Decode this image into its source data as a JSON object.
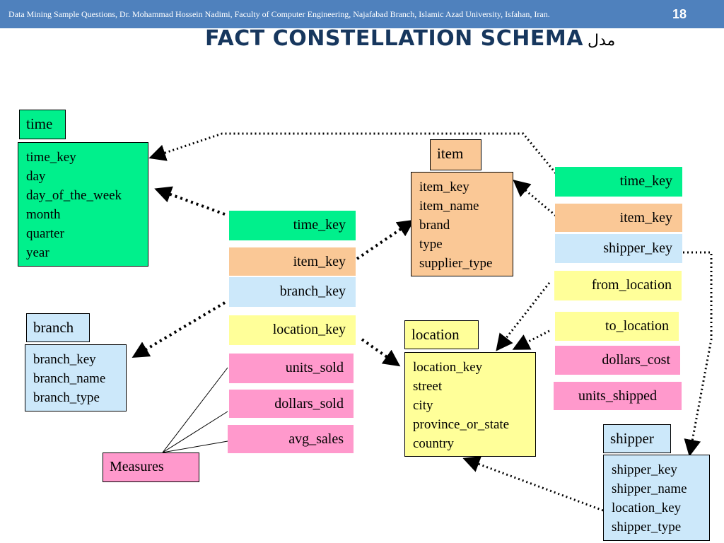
{
  "header": {
    "text": "Data Mining Sample Questions, Dr. Mohammad Hossein Nadimi, Faculty of Computer Engineering, Najafabad Branch, Islamic Azad University, Isfahan, Iran.",
    "page_number": "18"
  },
  "title": {
    "english": "FACT CONSTELLATION SCHEMA",
    "persian": "مدل"
  },
  "dimensions": {
    "time": {
      "label": "time",
      "attributes": [
        "time_key",
        "day",
        "day_of_the_week",
        "month",
        "quarter",
        "year"
      ]
    },
    "item": {
      "label": "item",
      "attributes": [
        "item_key",
        "item_name",
        "brand",
        "type",
        "supplier_type"
      ]
    },
    "branch": {
      "label": "branch",
      "attributes": [
        "branch_key",
        "branch_name",
        "branch_type"
      ]
    },
    "location": {
      "label": "location",
      "attributes": [
        "location_key",
        "street",
        "city",
        "province_or_state",
        "country"
      ]
    },
    "shipper": {
      "label": "shipper",
      "attributes": [
        "shipper_key",
        "shipper_name",
        "location_key",
        "shipper_type"
      ]
    }
  },
  "sales_fact": {
    "fields": [
      "time_key",
      "item_key",
      "branch_key",
      "location_key",
      "units_sold",
      "dollars_sold",
      "avg_sales"
    ]
  },
  "shipping_fact": {
    "fields": [
      "time_key",
      "item_key",
      "shipper_key",
      "from_location",
      "to_location",
      "dollars_cost",
      "units_shipped"
    ]
  },
  "measures_label": "Measures",
  "colors": {
    "header": "#4f81bd",
    "title": "#17375e",
    "time": "#00f08c",
    "item": "#fac896",
    "branch": "#cce8fa",
    "location": "#ffff99",
    "measure": "#ff99cc"
  }
}
